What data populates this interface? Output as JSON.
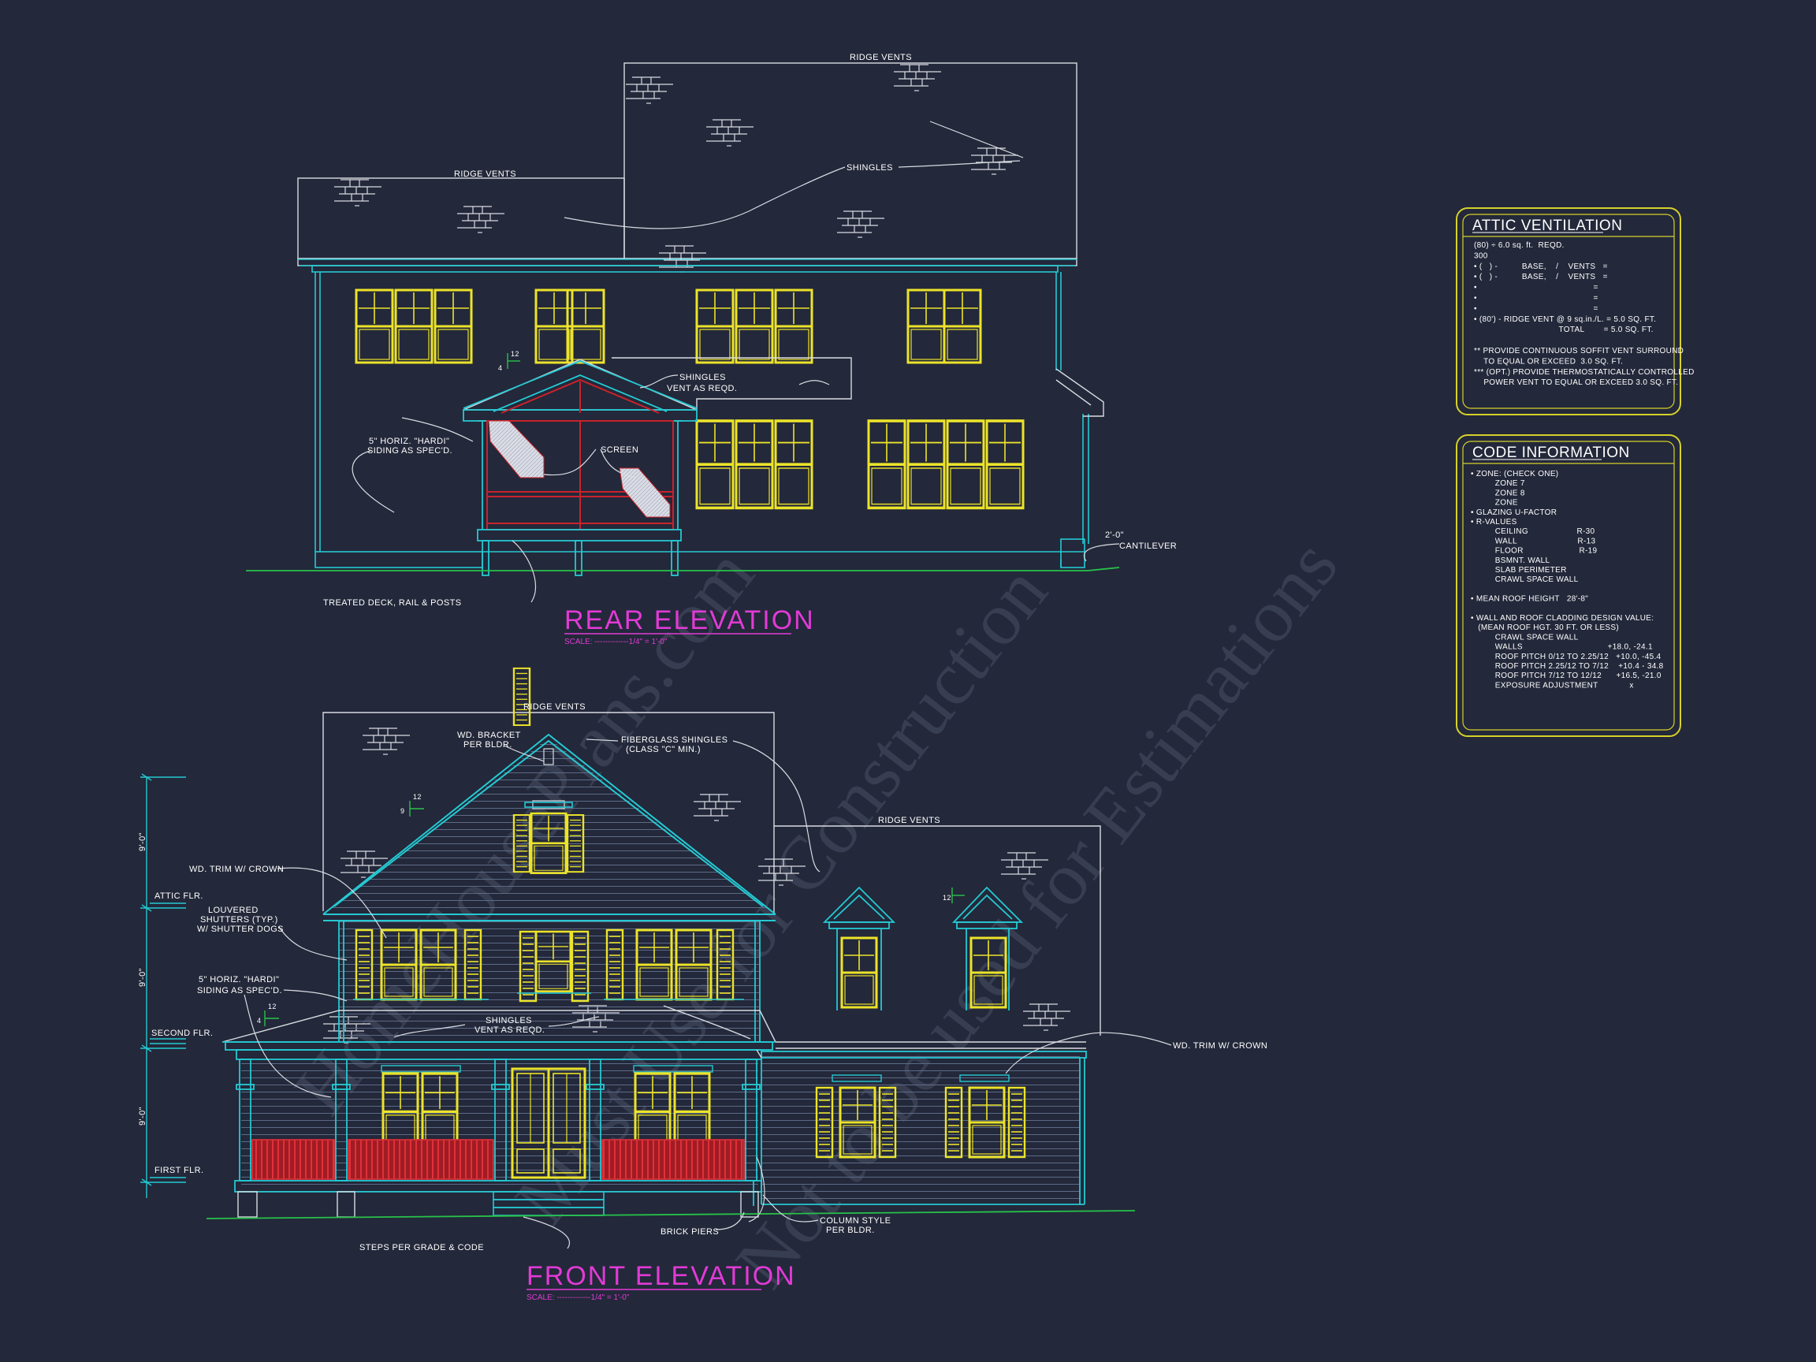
{
  "rear_elevation": {
    "title": "REAR ELEVATION",
    "scale": "SCALE: -------------1/4\" = 1'-0\"",
    "notes": {
      "ridge_vents_upper": "RIDGE VENTS",
      "ridge_vents_lower": "RIDGE VENTS",
      "shingles": "SHINGLES",
      "shingles_vent_1": "SHINGLES",
      "shingles_vent_2": "VENT AS REQD.",
      "siding_1": "5\" HORIZ. \"HARDI\"",
      "siding_2": "SIDING AS SPEC'D.",
      "screen": "SCREEN",
      "deck": "TREATED DECK, RAIL & POSTS",
      "cantilever_1": "2'-0\"",
      "cantilever_2": "CANTILEVER",
      "pitch_rise": "12",
      "pitch_run": "4"
    }
  },
  "front_elevation": {
    "title": "FRONT ELEVATION",
    "scale": "SCALE: -------------1/4\" = 1'-0\"",
    "notes": {
      "ridge_vents_left": "RIDGE VENTS",
      "ridge_vents_right": "RIDGE VENTS",
      "bracket_1": "WD. BRACKET",
      "bracket_2": "PER BLDR.",
      "fiberglass_1": "FIBERGLASS SHINGLES",
      "fiberglass_2": "(CLASS \"C\" MIN.)",
      "trim_crown_left": "WD. TRIM W/ CROWN",
      "trim_crown_right": "WD. TRIM W/ CROWN",
      "shutters_1": "LOUVERED",
      "shutters_2": "SHUTTERS (TYP.)",
      "shutters_3": "W/ SHUTTER DOGS",
      "siding_1": "5\" HORIZ. \"HARDI\"",
      "siding_2": "SIDING AS SPEC'D.",
      "shingles_vent_1": "SHINGLES",
      "shingles_vent_2": "VENT AS REQD.",
      "steps": "STEPS PER GRADE & CODE",
      "brick_piers": "BRICK PIERS",
      "column_1": "COLUMN STYLE",
      "column_2": "PER BLDR.",
      "attic_flr": "ATTIC FLR.",
      "second_flr": "SECOND FLR.",
      "first_flr": "FIRST FLR.",
      "dim_upper": "9'-0\"",
      "dim_mid": "9'-0\"",
      "dim_lower": "9'-0\"",
      "pitch_main_rise": "12",
      "pitch_main_run": "9",
      "pitch_porch_rise": "12",
      "pitch_porch_run": "4",
      "pitch_dormer": "12"
    }
  },
  "attic_ventilation": {
    "title": "ATTIC VENTILATION",
    "lines": [
      "(80) ÷ 6.0 sq. ft.  REQD.",
      "300",
      "• (   ) -          BASE,    /    VENTS   =",
      "• (   ) -          BASE,    /    VENTS   =",
      "•                                                =",
      "•                                                =",
      "•                                                =",
      "• (80') - RIDGE VENT @ 9 sq.in./L. = 5.0 SQ. FT.",
      "                                   TOTAL        = 5.0 SQ. FT.",
      "",
      "** PROVIDE CONTINUOUS SOFFIT VENT SURROUND",
      "    TO EQUAL OR EXCEED  3.0 SQ. FT.",
      "*** (OPT.) PROVIDE THERMOSTATICALLY CONTROLLED",
      "    POWER VENT TO EQUAL OR EXCEED 3.0 SQ. FT."
    ]
  },
  "code_information": {
    "title": "CODE INFORMATION",
    "lines": [
      "• ZONE: (CHECK ONE)",
      "          ZONE 7",
      "          ZONE 8",
      "          ZONE",
      "• GLAZING U-FACTOR",
      "• R-VALUES",
      "          CEILING                    R-30",
      "          WALL                         R-13",
      "          FLOOR                       R-19",
      "          BSMNT. WALL",
      "          SLAB PERIMETER",
      "          CRAWL SPACE WALL",
      "",
      "• MEAN ROOF HEIGHT   28'-8\"",
      "",
      "• WALL AND ROOF CLADDING DESIGN VALUE:",
      "   (MEAN ROOF HGT. 30 FT. OR LESS)",
      "          CRAWL SPACE WALL",
      "          WALLS                                   +18.0, -24.1",
      "          ROOF PITCH 0/12 TO 2.25/12   +10.0, -45.4",
      "          ROOF PITCH 2.25/12 TO 7/12    +10.4 - 34.8",
      "          ROOF PITCH 7/12 TO 12/12      +16.5, -21.0",
      "          EXPOSURE ADJUSTMENT             x"
    ]
  },
  "watermark": {
    "line1": "HomeHousePlans.com",
    "line2": "Must Use for Construction",
    "line3": "Not to be used for Estimations"
  },
  "colors": {
    "background": "#23283a",
    "line_white": "#d9dbe2",
    "line_cyan": "#25c9d2",
    "window_yellow": "#ece32a",
    "railing_red": "#c9232b",
    "title_magenta": "#e23ad6",
    "ground_green": "#27c24a",
    "box_border": "#d6d12a"
  }
}
